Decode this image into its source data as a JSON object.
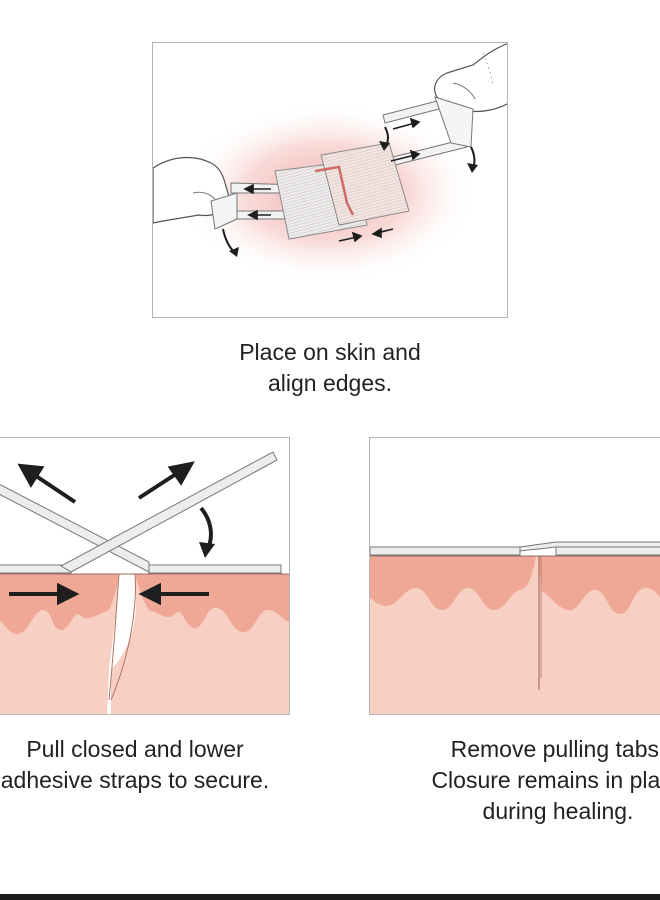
{
  "steps": [
    {
      "caption_lines": [
        "Place on skin and",
        "align edges."
      ]
    },
    {
      "caption_lines": [
        "Pull closed and lower",
        "adhesive straps to secure."
      ]
    },
    {
      "caption_lines": [
        "Remove pulling tabs.",
        "Closure remains in place",
        "during healing."
      ]
    }
  ],
  "colors": {
    "skin_surface": "#f3b6a4",
    "skin_dermis": "#f7cfc3",
    "wound_glow": "#f2b3b0",
    "strap": "#eceded",
    "arrow": "#1e1e1e",
    "panel_border": "#b5b5b5"
  }
}
